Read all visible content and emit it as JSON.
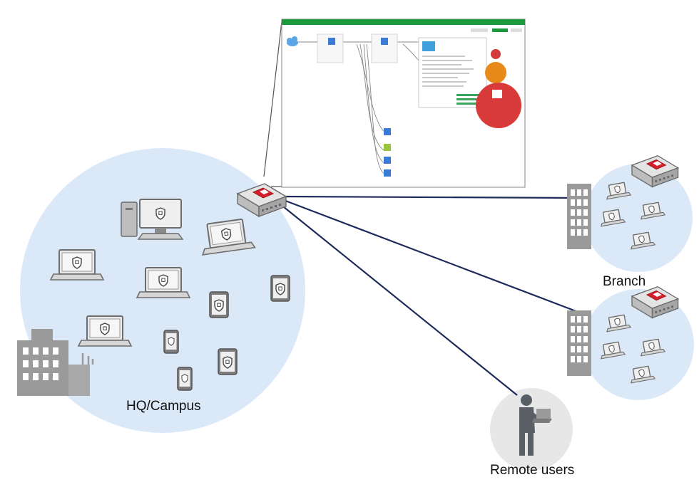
{
  "labels": {
    "hq": "HQ/Campus",
    "branch": "Branch",
    "remote": "Remote users"
  },
  "colors": {
    "zone_fill": "#dbe8f8",
    "link_line": "#1f2a5c",
    "device_gray": "#8a8a8a",
    "building_gray": "#9a9a9a",
    "fortinet_red": "#d3202a",
    "screen_header_green": "#1a9a3c",
    "remote_circle": "#e6e6e6"
  },
  "icons": {
    "appliance": "firewall-appliance-icon",
    "laptop": "laptop-shield-icon",
    "desktop": "desktop-shield-icon",
    "tablet": "tablet-shield-icon",
    "phone": "phone-shield-icon",
    "building": "building-icon",
    "cloud": "cloud-icon",
    "person": "remote-user-icon"
  }
}
